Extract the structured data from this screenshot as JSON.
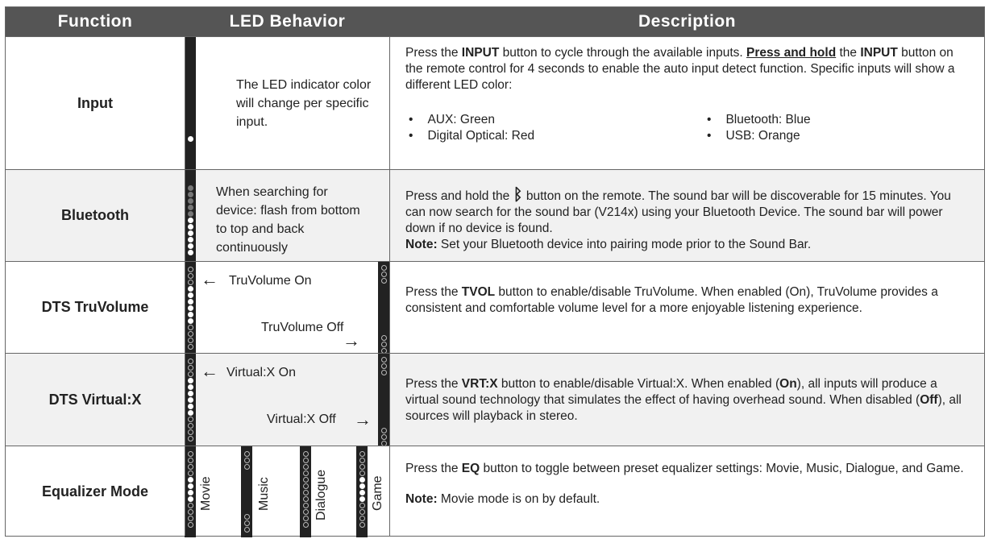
{
  "headers": {
    "function": "Function",
    "led": "LED Behavior",
    "description": "Description"
  },
  "rows": [
    {
      "function": "Input",
      "led": "The LED indicator color will change per specific input.",
      "desc": {
        "p1": "Press the ",
        "b1": "INPUT",
        "p2": " button to cycle through the available inputs. ",
        "u1": "Press and hold",
        "p3": " the ",
        "b2": "INPUT",
        "p4": " button on the remote control for 4 seconds to enable the auto input detect function. Specific inputs will show a different LED color:",
        "bullets": [
          "AUX: Green",
          "Bluetooth: Blue",
          "Digital Optical: Red",
          "USB: Orange"
        ]
      }
    },
    {
      "function": "Bluetooth",
      "led": "When searching for device: flash from bottom to top and back continuously",
      "desc": {
        "p1": "Press and hold the ",
        "icon": "bluetooth-icon",
        "p2": " button on the remote. The sound bar will be discoverable for 15 minutes. You can now search for the sound bar (V214x) using your Bluetooth Device. The sound bar will power down if no device is found.",
        "b1": "Note:",
        "p3": " Set your Bluetooth device into pairing mode prior to the Sound Bar."
      }
    },
    {
      "function": "DTS TruVolume",
      "led_on": "TruVolume On",
      "led_off": "TruVolume Off",
      "desc": {
        "p1": "Press the ",
        "b1": "TVOL",
        "p2": " button to enable/disable TruVolume. When enabled (On), TruVolume provides a consistent and comfortable volume level for a more enjoyable listening experience."
      }
    },
    {
      "function": "DTS Virtual:X",
      "led_on": "Virtual:X On",
      "led_off": "Virtual:X Off",
      "desc": {
        "p1": "Press the ",
        "b1": "VRT:X",
        "p2": " button to enable/disable Virtual:X. When enabled (",
        "b2": "On",
        "p3": "), all inputs will produce a virtual sound technology that simulates the effect of having overhead sound. When disabled (",
        "b3": "Off",
        "p4": "), all sources will playback in stereo."
      }
    },
    {
      "function": "Equalizer Mode",
      "modes": [
        "Movie",
        "Music",
        "Dialogue",
        "Game"
      ],
      "desc": {
        "p1": "Press the ",
        "b1": "EQ",
        "p2": " button to toggle between preset equalizer settings: Movie, Music, Dialogue, and Game.",
        "b2": "Note:",
        "p3": " Movie mode is on by default."
      }
    }
  ]
}
